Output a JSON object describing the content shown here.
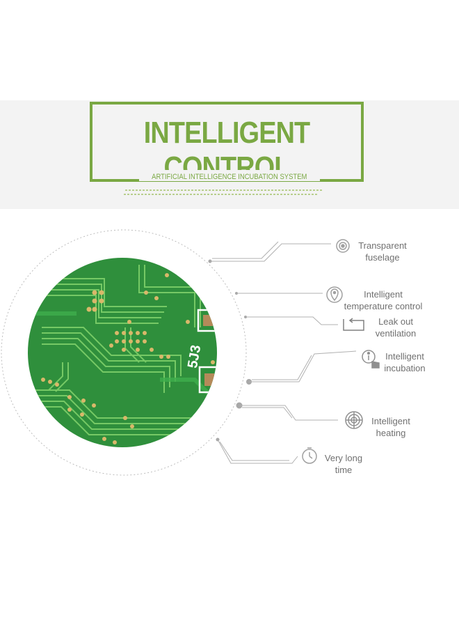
{
  "banner": {
    "title": "INTELLIGENT CONTROL",
    "subtitle": "ARTIFICIAL INTELLIGENCE INCUBATION SYSTEM"
  },
  "board": {
    "silkscreen_label": "5J3"
  },
  "colors": {
    "accent": "#7aa843",
    "board_green": "#2f8f3c",
    "trace": "#7fd06a",
    "pad": "#d9b86a",
    "label_text": "#707070"
  },
  "features": [
    {
      "icon": "target-icon",
      "line1": "Transparent",
      "line2": "fuselage"
    },
    {
      "icon": "location-pin-icon",
      "line1": "Intelligent",
      "line2": "temperature control"
    },
    {
      "icon": "return-arrow-icon",
      "line1": "Leak out",
      "line2": "ventilation"
    },
    {
      "icon": "info-hand-icon",
      "line1": "Intelligent",
      "line2": "incubation"
    },
    {
      "icon": "radar-icon",
      "line1": "Intelligent",
      "line2": "heating"
    },
    {
      "icon": "stopwatch-icon",
      "line1": "Very long",
      "line2": "time"
    }
  ]
}
